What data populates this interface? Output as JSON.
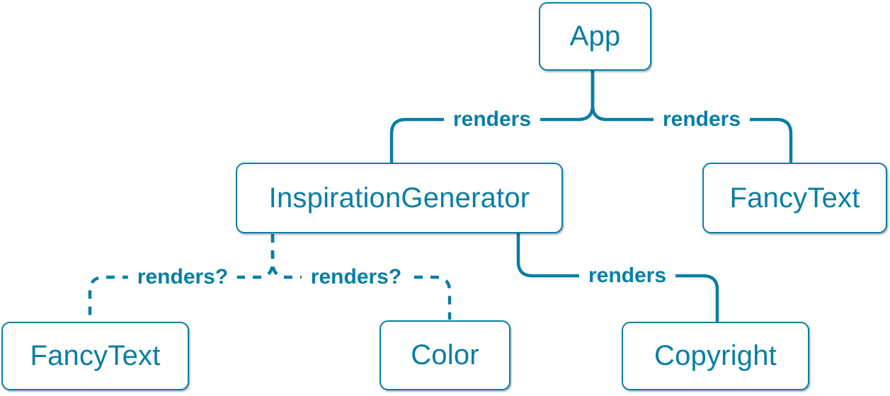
{
  "diagram": {
    "kind": "component-render-tree",
    "accent_color": "#087ea4",
    "background_color": "#ffffff",
    "node_fill": "#ffffff",
    "nodes": [
      {
        "id": "app",
        "label": "App"
      },
      {
        "id": "inspiration-generator",
        "label": "InspirationGenerator"
      },
      {
        "id": "fancy-text-top",
        "label": "FancyText"
      },
      {
        "id": "fancy-text-bottom",
        "label": "FancyText"
      },
      {
        "id": "color",
        "label": "Color"
      },
      {
        "id": "copyright",
        "label": "Copyright"
      }
    ],
    "edges": [
      {
        "from": "App",
        "to": "InspirationGenerator",
        "label": "renders",
        "style": "solid"
      },
      {
        "from": "App",
        "to": "FancyText",
        "label": "renders",
        "style": "solid"
      },
      {
        "from": "InspirationGenerator",
        "to": "FancyText",
        "label": "renders?",
        "style": "dashed"
      },
      {
        "from": "InspirationGenerator",
        "to": "Color",
        "label": "renders?",
        "style": "dashed"
      },
      {
        "from": "InspirationGenerator",
        "to": "Copyright",
        "label": "renders",
        "style": "solid"
      }
    ]
  }
}
